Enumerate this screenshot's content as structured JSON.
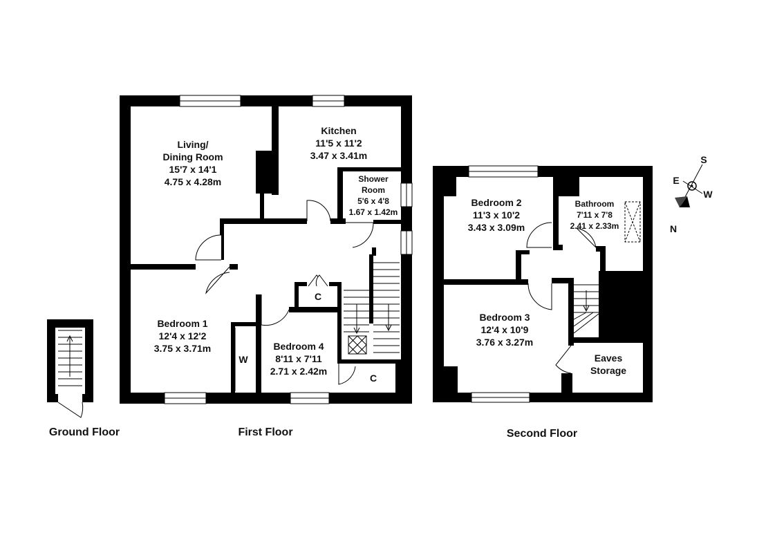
{
  "floors": {
    "ground": "Ground Floor",
    "first": "First Floor",
    "second": "Second Floor"
  },
  "rooms": {
    "living": {
      "name1": "Living/",
      "name2": "Dining Room",
      "imp": "15'7 x 14'1",
      "met": "4.75 x 4.28m"
    },
    "kitchen": {
      "name": "Kitchen",
      "imp": "11'5 x 11'2",
      "met": "3.47 x 3.41m"
    },
    "shower": {
      "name1": "Shower",
      "name2": "Room",
      "imp": "5'6 x 4'8",
      "met": "1.67 x 1.42m"
    },
    "bedroom1": {
      "name": "Bedroom 1",
      "imp": "12'4 x 12'2",
      "met": "3.75 x 3.71m"
    },
    "bedroom4": {
      "name": "Bedroom 4",
      "imp": "8'11 x 7'11",
      "met": "2.71 x 2.42m"
    },
    "bedroom2": {
      "name": "Bedroom 2",
      "imp": "11'3 x 10'2",
      "met": "3.43 x 3.09m"
    },
    "bathroom": {
      "name": "Bathroom",
      "imp": "7'11 x 7'8",
      "met": "2.41 x 2.33m"
    },
    "bedroom3": {
      "name": "Bedroom 3",
      "imp": "12'4 x 10'9",
      "met": "3.76 x 3.27m"
    },
    "eaves": {
      "name1": "Eaves",
      "name2": "Storage"
    }
  },
  "cupboards": {
    "c1": "C",
    "c2": "C",
    "wardrobe": "W"
  },
  "compass": {
    "s": "S",
    "e": "E",
    "w": "W",
    "n": "N"
  }
}
